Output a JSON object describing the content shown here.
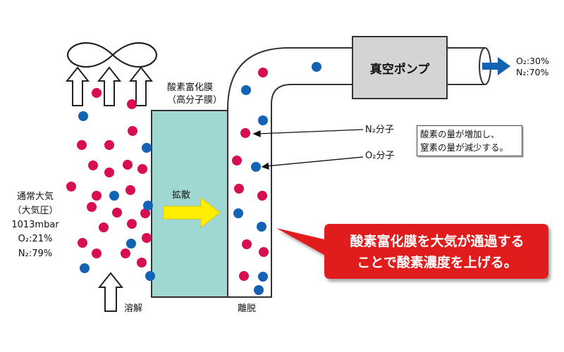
{
  "membrane": {
    "title_line1": "酸素富化膜",
    "title_line2": "（高分子膜）"
  },
  "atmosphere": {
    "line1": "通常大気",
    "line2": "（大気圧）",
    "line3": "1013mbar",
    "line4": "O₂:21%",
    "line5": "N₂:79%"
  },
  "process": {
    "diffusion": "拡散",
    "dissolution": "溶解",
    "desorption": "離脱"
  },
  "legend": {
    "n2": "N₂分子",
    "o2": "O₂分子"
  },
  "note": {
    "line1": "酸素の量が増加し、",
    "line2": "窒素の量が減少する。"
  },
  "pump": {
    "label": "真空ポンプ"
  },
  "output": {
    "o2": "O₂:30%",
    "n2": "N₂:70%"
  },
  "callout": {
    "line1": "酸素富化膜を大気が通過する",
    "line2": "ことで酸素濃度を上げる。"
  },
  "colors": {
    "n2_dot": "#d6104f",
    "o2_dot": "#1462b4",
    "membrane": "#9fd8d2",
    "arrow_yellow": "#ffee00",
    "callout": "#e01a1a",
    "pump_fill": "#d4d4d4",
    "out_arrow": "#1462b4"
  }
}
